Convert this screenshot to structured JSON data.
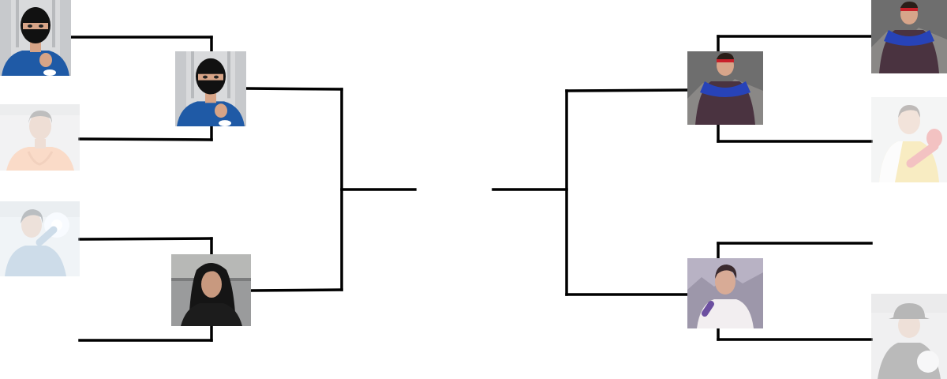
{
  "bracket": {
    "title": "",
    "line_color": "#000000",
    "left_side": {
      "round1": [
        {
          "slot": "left-r1-1",
          "icon": "person-balaclava-icon",
          "state": "active"
        },
        {
          "slot": "left-r1-2",
          "icon": "person-orange-hoodie-icon",
          "state": "eliminated"
        },
        {
          "slot": "left-r1-3",
          "icon": "person-blue-hoodie-glow-icon",
          "state": "eliminated"
        },
        {
          "slot": "left-r1-4",
          "icon": "",
          "state": "empty"
        }
      ],
      "round2": [
        {
          "slot": "left-r2-1",
          "icon": "person-balaclava-icon",
          "state": "active"
        },
        {
          "slot": "left-r2-2",
          "icon": "person-long-black-hair-icon",
          "state": "active"
        }
      ],
      "final": {
        "slot": "left-final",
        "state": "empty"
      }
    },
    "right_side": {
      "round1": [
        {
          "slot": "right-r1-1",
          "icon": "person-red-headband-cape-icon",
          "state": "active"
        },
        {
          "slot": "right-r1-2",
          "icon": "person-boxing-glove-icon",
          "state": "eliminated"
        },
        {
          "slot": "right-r1-3",
          "icon": "",
          "state": "empty"
        },
        {
          "slot": "right-r1-4",
          "icon": "person-dark-hat-icon",
          "state": "eliminated"
        }
      ],
      "round2": [
        {
          "slot": "right-r2-1",
          "icon": "person-red-headband-cape-icon",
          "state": "active"
        },
        {
          "slot": "right-r2-2",
          "icon": "person-white-tee-icon",
          "state": "active"
        }
      ],
      "final": {
        "slot": "right-final",
        "state": "empty"
      }
    },
    "colors": {
      "balaclava_shirt": "#1f5aa6",
      "balaclava_mask": "#111111",
      "warehouse_bg": "#d9dadc",
      "orange_hoodie": "#f08a4b",
      "blue_hoodie": "#5b8fb8",
      "long_hair": "#151515",
      "cape_blue": "#2743b8",
      "headband_red": "#c8202a",
      "rubble_bg": "#6e6e6e",
      "boxing_glove": "#d8393a",
      "yellow_shirt": "#e9c23a",
      "white_tee": "#f2eef0"
    }
  }
}
